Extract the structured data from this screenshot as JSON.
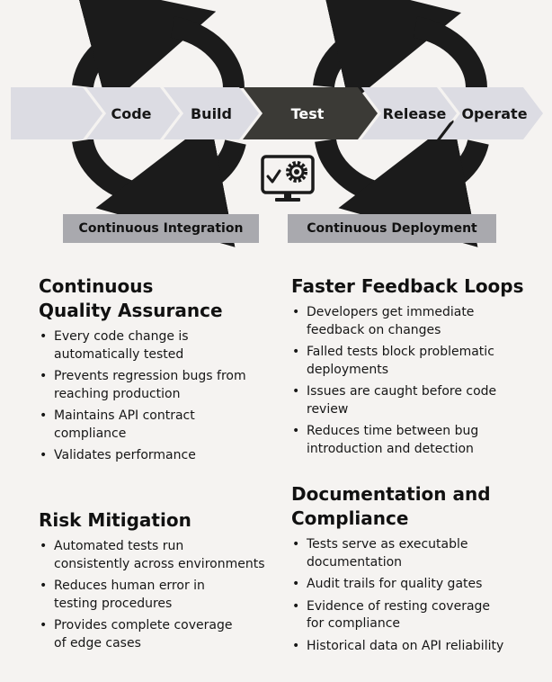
{
  "pipeline": {
    "stages": [
      "Code",
      "Build",
      "Test",
      "Release",
      "Operate"
    ],
    "colors": {
      "chevron": "#dcdce3",
      "active": "#3b3a36",
      "arrow": "#1b1b1b",
      "label_box": "#a9a9ae"
    },
    "center_icon": "monitor-gear-check-icon",
    "loop_icon": "circular-arrow-icon"
  },
  "labels": {
    "ci": "Continuous Integration",
    "cd": "Continuous Deployment"
  },
  "sections": {
    "cqa": {
      "title_line1": "Continuous",
      "title_line2": "Quality Assurance",
      "items": [
        [
          "Every code change is",
          "automatically tested"
        ],
        [
          "Prevents regression bugs from",
          "reaching production"
        ],
        [
          "Maintains API contract",
          "compliance"
        ],
        [
          "Validates performance"
        ]
      ]
    },
    "ffl": {
      "title": "Faster Feedback Loops",
      "items": [
        [
          "Developers get immediate",
          "feedback on changes"
        ],
        [
          "Falled tests block problematic",
          "deployments"
        ],
        [
          "Issues are caught before code",
          "review"
        ],
        [
          "Reduces time between bug",
          "introduction and detection"
        ]
      ]
    },
    "risk": {
      "title": "Risk Mitigation",
      "items": [
        [
          "Automated tests run",
          "consistently across environments"
        ],
        [
          "Reduces human error in",
          "testing procedures"
        ],
        [
          "Provides complete coverage",
          "of edge cases"
        ]
      ]
    },
    "doc": {
      "title_line1": "Documentation and",
      "title_line2": "Compliance",
      "items": [
        [
          "Tests serve as executable",
          "documentation"
        ],
        [
          "Audit trails for quality gates"
        ],
        [
          "Evidence of resting coverage",
          "for compliance"
        ],
        [
          "Historical data on API reliability"
        ]
      ]
    }
  }
}
